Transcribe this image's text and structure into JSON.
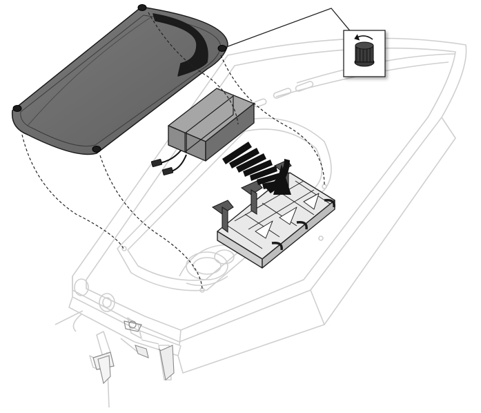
{
  "figure": {
    "kind": "exploded assembly illustration",
    "printed_text": [],
    "colors": {
      "line": "#222222",
      "hull_line": "#cfcfcf",
      "hatch_cover": "#6e6e6e",
      "battery": "#8a8a8a",
      "tray": "#e6e6e6",
      "arrow": "#111111",
      "inset_bg": "#ffffff"
    },
    "icons": [
      "hatch-cover",
      "thumb-screw",
      "battery-pack",
      "battery-tray",
      "hook-loop-strap",
      "rotate-arrow-icon",
      "boat-hull",
      "rudder",
      "propeller"
    ]
  }
}
